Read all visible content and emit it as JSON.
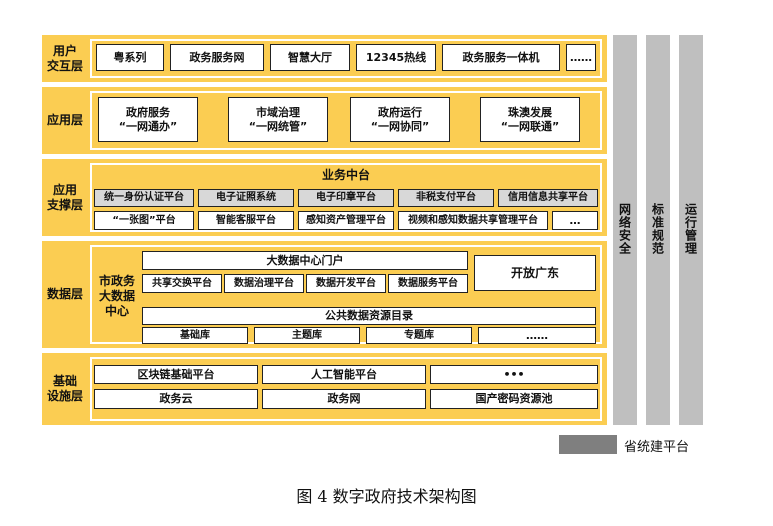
{
  "layers": {
    "interaction": {
      "label": "用户\n交互层",
      "items": [
        "粤系列",
        "政务服务网",
        "智慧大厅",
        "12345热线",
        "政务服务一体机",
        "……"
      ]
    },
    "application": {
      "label": "应用层",
      "items": [
        "政府服务\n“一网通办”",
        "市域治理\n“一网统管”",
        "政府运行\n“一网协同”",
        "珠澳发展\n“一网联通”"
      ]
    },
    "support": {
      "label": "应用\n支撑层",
      "platform_title": "业务中台",
      "row1": [
        "统一身份认证平台",
        "电子证照系统",
        "电子印章平台",
        "非税支付平台",
        "信用信息共享平台"
      ],
      "row2": [
        "“一张图”平台",
        "智能客服平台",
        "感知资产管理平台",
        "视频和感知数据共享管理平台",
        "…"
      ]
    },
    "data": {
      "label": "数据层",
      "center_label": "市政务\n大数据\n中心",
      "portal": "大数据中心门户",
      "platforms": [
        "共享交换平台",
        "数据治理平台",
        "数据开发平台",
        "数据服务平台"
      ],
      "open": "开放广东",
      "catalog": "公共数据资源目录",
      "libraries": [
        "基础库",
        "主题库",
        "专题库",
        "……"
      ]
    },
    "infrastructure": {
      "label": "基础\n设施层",
      "row1": [
        "区块链基础平台",
        "人工智能平台",
        "•••"
      ],
      "row2": [
        "政务云",
        "政务网",
        "国产密码资源池"
      ]
    }
  },
  "columns": [
    "网络安全",
    "标准规范",
    "运行管理"
  ],
  "legend": "省统建平台",
  "caption": "图 4 数字政府技术架构图",
  "colors": {
    "layer_fill": "#fbcd52",
    "column_fill": "#bfbfbf",
    "legend_fill": "#7f7f7f"
  }
}
